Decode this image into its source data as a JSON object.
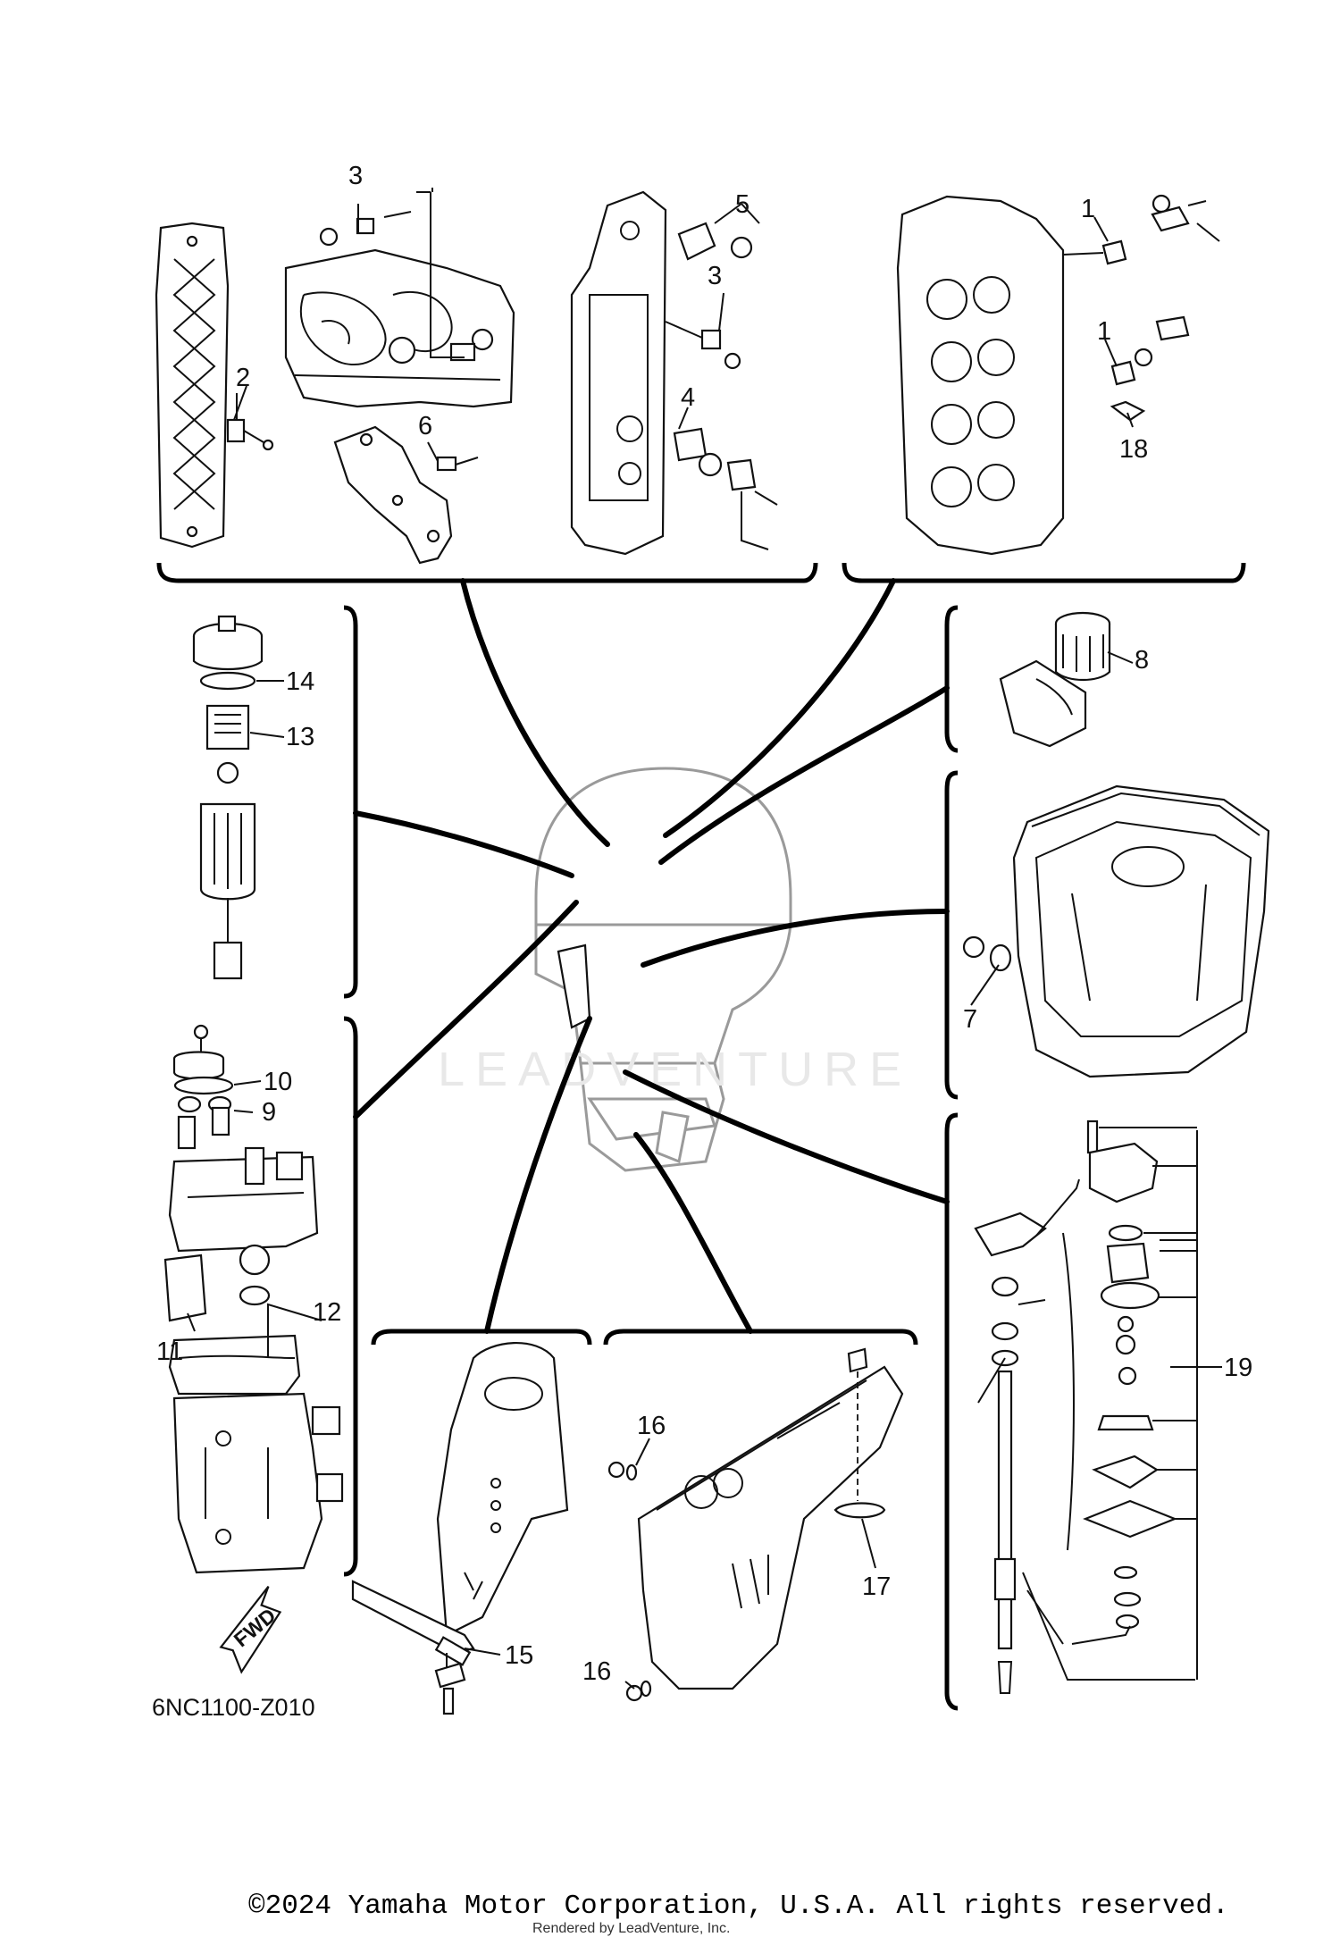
{
  "diagram": {
    "callouts": {
      "c1a": "1",
      "c1b": "1",
      "c2": "2",
      "c3a": "3",
      "c3b": "3",
      "c4": "4",
      "c5": "5",
      "c6": "6",
      "c7": "7",
      "c8": "8",
      "c9": "9",
      "c10": "10",
      "c11": "11",
      "c12": "12",
      "c13": "13",
      "c14": "14",
      "c15": "15",
      "c16a": "16",
      "c16b": "16",
      "c17": "17",
      "c18": "18",
      "c19": "19"
    },
    "fwd_label": "FWD",
    "diagram_code": "6NC1100-Z010",
    "watermark": "LEADVENTURE"
  },
  "footer": {
    "copyright": "©2024 Yamaha Motor Corporation, U.S.A. All rights reserved.",
    "rendered_by": "Rendered by LeadVenture, Inc."
  }
}
